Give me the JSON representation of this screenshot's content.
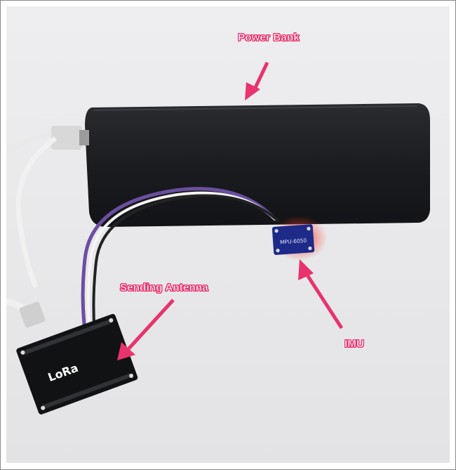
{
  "annotations": {
    "power_bank": "Power Bank",
    "sending_antenna": "Sending Antenna",
    "imu": "IMU"
  },
  "board_markings": {
    "imu_chip": "MPU-6050",
    "lora_board": "LoRa"
  },
  "colors": {
    "annotation_accent": "#e8336d",
    "power_bank_body": "#1b1d20",
    "imu_board": "#1d2a88",
    "led_glow": "#ff3a2a"
  }
}
